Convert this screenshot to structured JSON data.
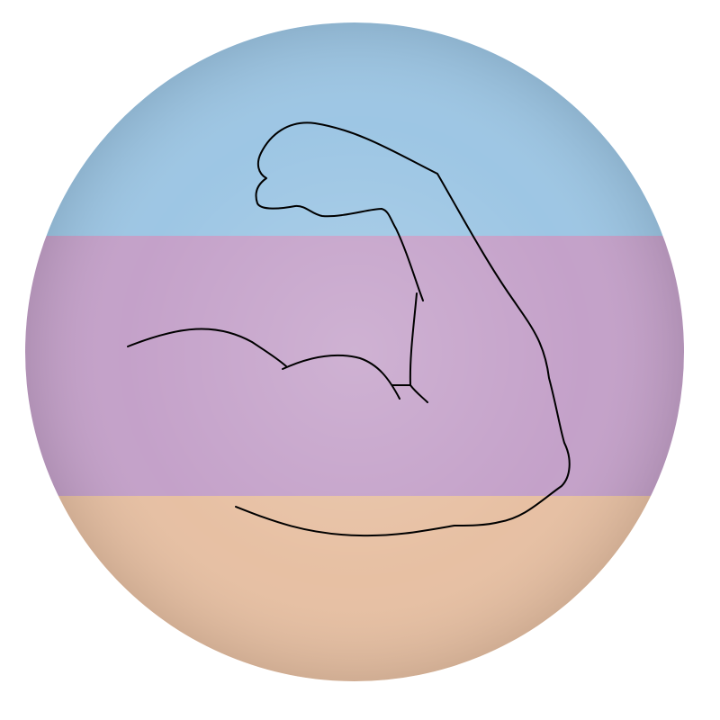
{
  "emblem": {
    "icon": "flexed-biceps-icon",
    "bands": [
      {
        "name": "top-band",
        "color": "#9DC6E4"
      },
      {
        "name": "middle-band",
        "color": "#C4A1C9"
      },
      {
        "name": "bottom-band",
        "color": "#E7C0A3"
      }
    ],
    "stroke_color": "#000000"
  }
}
